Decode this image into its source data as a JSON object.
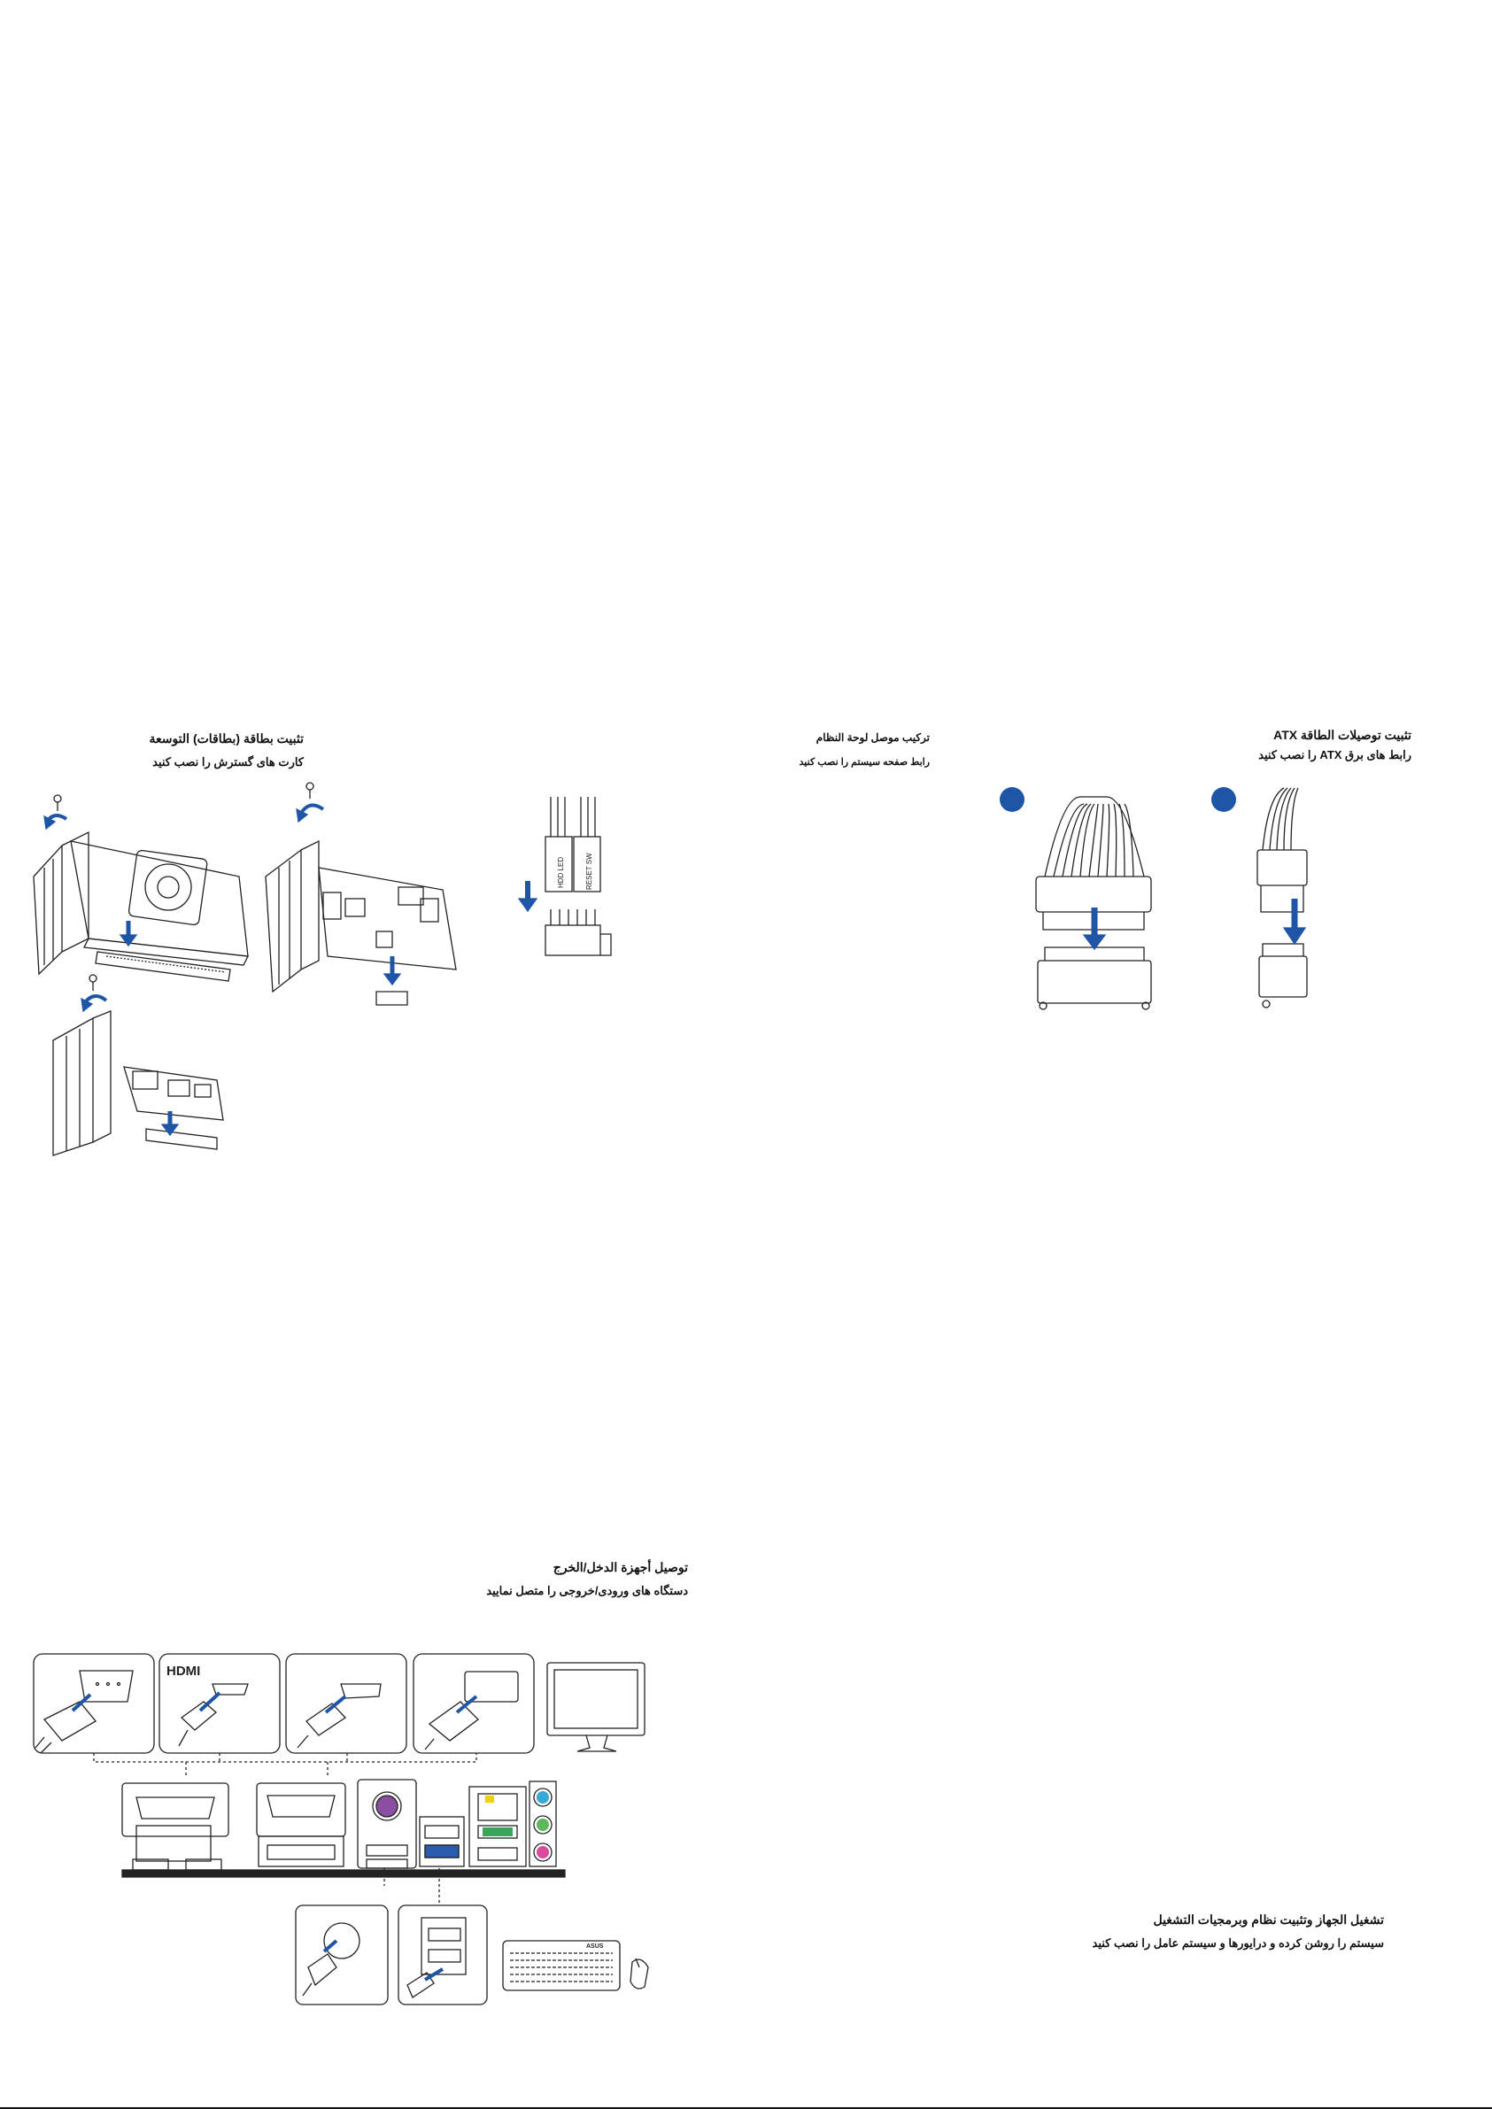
{
  "sections": {
    "expansion": {
      "title": "تثبيت بطاقة (بطاقات) التوسعة",
      "subtitle": "كارت های گسترش را نصب کنيد"
    },
    "front_panel": {
      "title": "تركيب موصل لوحة النظام",
      "subtitle": "رابط صفحه سيستم را نصب كنيد",
      "labels": [
        "HDD LED",
        "RESET SW"
      ]
    },
    "atx_power": {
      "title": "تثبيت توصيلات الطاقة ATX",
      "subtitle": "رابط های برق ATX را نصب کنيد"
    },
    "io": {
      "title": "توصيل أجهزة الدخل/الخرج",
      "subtitle": "دستگاه های ورودی/خروجی را متصل نماييد",
      "hdmi_label": "HDMI",
      "asus_label": "ASUS"
    },
    "power_on": {
      "title": "تشغيل الجهاز وتثبيت نظام وبرمجيات التشغيل",
      "subtitle": "سيستم را روشن كرده و درايورها و سيستم عامل را نصب كنيد"
    }
  },
  "colors": {
    "accent_blue": "#1f55a6",
    "line": "#222222",
    "jack_blue": "#38a9d6",
    "jack_green": "#5cb85c",
    "jack_pink": "#d94a9a",
    "ps2_purple": "#8a4fa0",
    "usb3_blue": "#2a5db0"
  },
  "icons": [
    "screw-icon",
    "arrow-down-icon",
    "curved-arrow-icon",
    "monitor-icon",
    "keyboard-icon",
    "mouse-icon"
  ]
}
